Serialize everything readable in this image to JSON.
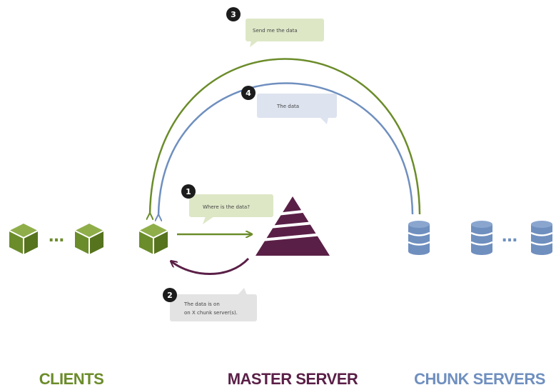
{
  "steps": [
    {
      "number": "1",
      "message": "Where is the data?"
    },
    {
      "number": "2",
      "message_line1": "The data is on",
      "message_line2": "on X chunk server(s)."
    },
    {
      "number": "3",
      "message": "Send me the data"
    },
    {
      "number": "4",
      "message": "The data"
    }
  ],
  "labels": {
    "clients": "CLIENTS",
    "master": "MASTER SERVER",
    "chunk": "CHUNK SERVERS"
  },
  "ellipsis": "…",
  "colors": {
    "clients": "#6b8c2a",
    "master": "#5a1f47",
    "chunk": "#6f8fbf",
    "bubble_green": "#dde7c6",
    "bubble_blue": "#dde3ef",
    "bubble_grey": "#e3e3e3",
    "badge": "#1c1c1c"
  },
  "icons": {
    "client": "cube-icon",
    "master": "pyramid-icon",
    "chunk": "database-icon"
  }
}
